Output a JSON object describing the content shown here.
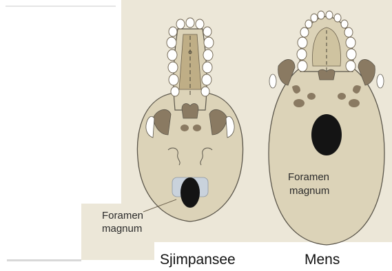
{
  "colors": {
    "background": "#ece7d8",
    "bone": "#dcd3b8",
    "bone_outline": "#5a554a",
    "dark_feature": "#8a7a62",
    "foramen": "#141414",
    "teeth": "#ffffff"
  },
  "labels": {
    "chimp_foramen_line1": "Foramen",
    "chimp_foramen_line2": "magnum",
    "human_foramen_line1": "Foramen",
    "human_foramen_line2": "magnum"
  },
  "captions": {
    "chimp": "Sjimpansee",
    "human": "Mens"
  }
}
